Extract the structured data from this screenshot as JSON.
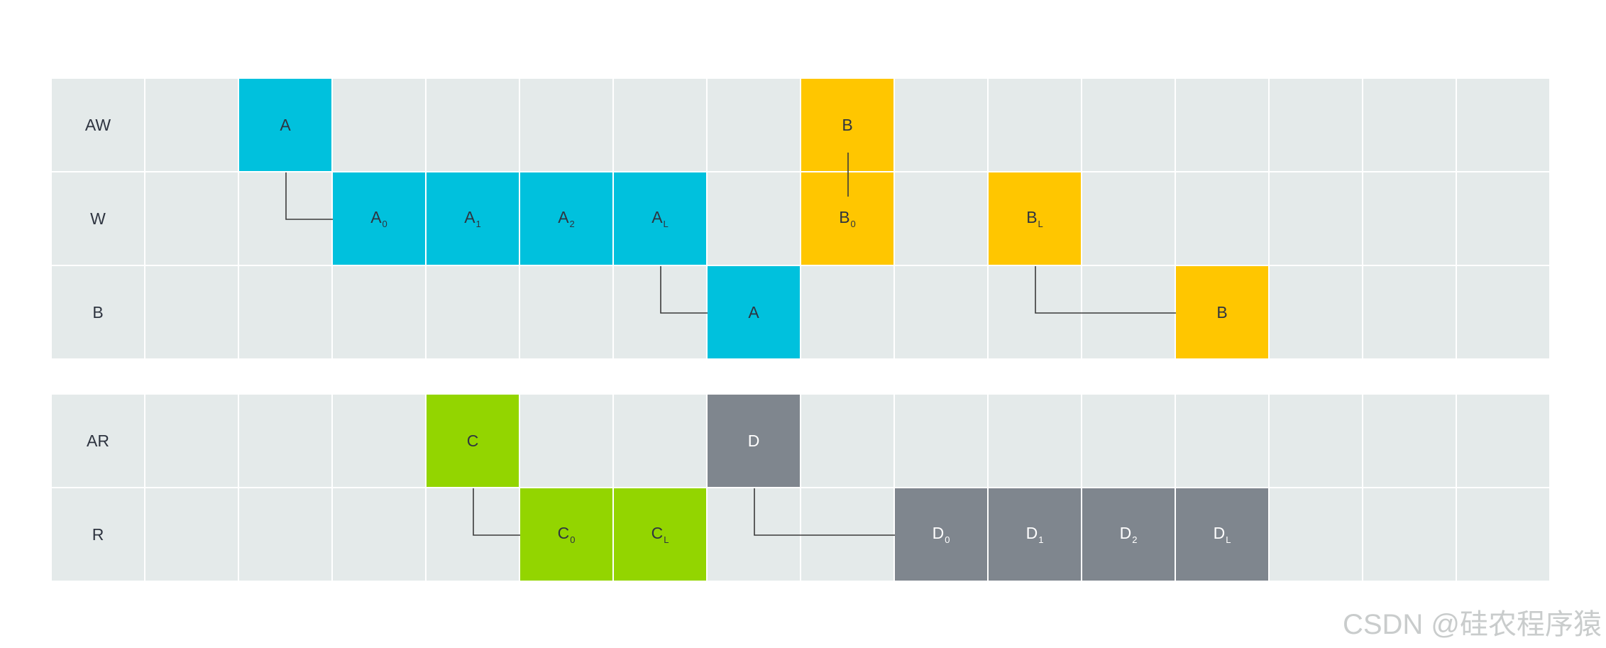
{
  "colors": {
    "cell": "#e4eaea",
    "A": "#00c1dd",
    "B": "#ffc600",
    "C": "#93d500",
    "D": "#7f868e",
    "connector": "#3a3a3a"
  },
  "groups": [
    {
      "rows": [
        {
          "label": "AW",
          "blocks": [
            {
              "col": 2,
              "main": "A",
              "sub": "",
              "series": "A"
            },
            {
              "col": 8,
              "main": "B",
              "sub": "",
              "series": "B"
            }
          ]
        },
        {
          "label": "W",
          "blocks": [
            {
              "col": 3,
              "main": "A",
              "sub": "0",
              "series": "A"
            },
            {
              "col": 4,
              "main": "A",
              "sub": "1",
              "series": "A"
            },
            {
              "col": 5,
              "main": "A",
              "sub": "2",
              "series": "A"
            },
            {
              "col": 6,
              "main": "A",
              "sub": "L",
              "series": "A"
            },
            {
              "col": 8,
              "main": "B",
              "sub": "0",
              "series": "B"
            },
            {
              "col": 10,
              "main": "B",
              "sub": "L",
              "series": "B"
            }
          ]
        },
        {
          "label": "B",
          "blocks": [
            {
              "col": 7,
              "main": "A",
              "sub": "",
              "series": "A"
            },
            {
              "col": 12,
              "main": "B",
              "sub": "",
              "series": "B"
            }
          ]
        }
      ]
    },
    {
      "rows": [
        {
          "label": "AR",
          "blocks": [
            {
              "col": 4,
              "main": "C",
              "sub": "",
              "series": "C"
            },
            {
              "col": 7,
              "main": "D",
              "sub": "",
              "series": "D"
            }
          ]
        },
        {
          "label": "R",
          "blocks": [
            {
              "col": 5,
              "main": "C",
              "sub": "0",
              "series": "C"
            },
            {
              "col": 6,
              "main": "C",
              "sub": "L",
              "series": "C"
            },
            {
              "col": 9,
              "main": "D",
              "sub": "0",
              "series": "D"
            },
            {
              "col": 10,
              "main": "D",
              "sub": "1",
              "series": "D"
            },
            {
              "col": 11,
              "main": "D",
              "sub": "2",
              "series": "D"
            },
            {
              "col": 12,
              "main": "D",
              "sub": "L",
              "series": "D"
            }
          ]
        }
      ]
    }
  ],
  "connectors": [
    {
      "type": "elbow",
      "from": {
        "group": 0,
        "row": 0,
        "col": 2
      },
      "to": {
        "group": 0,
        "row": 1,
        "col": 3
      }
    },
    {
      "type": "vertical",
      "from": {
        "group": 0,
        "row": 0,
        "col": 8
      },
      "to": {
        "group": 0,
        "row": 1,
        "col": 8
      }
    },
    {
      "type": "elbow",
      "from": {
        "group": 0,
        "row": 1,
        "col": 6
      },
      "to": {
        "group": 0,
        "row": 2,
        "col": 7
      }
    },
    {
      "type": "elbow",
      "from": {
        "group": 0,
        "row": 1,
        "col": 10
      },
      "to": {
        "group": 0,
        "row": 2,
        "col": 12
      }
    },
    {
      "type": "elbow",
      "from": {
        "group": 1,
        "row": 0,
        "col": 4
      },
      "to": {
        "group": 1,
        "row": 1,
        "col": 5
      }
    },
    {
      "type": "elbow",
      "from": {
        "group": 1,
        "row": 0,
        "col": 7
      },
      "to": {
        "group": 1,
        "row": 1,
        "col": 9
      }
    }
  ],
  "watermark": "CSDN @硅农程序猿"
}
